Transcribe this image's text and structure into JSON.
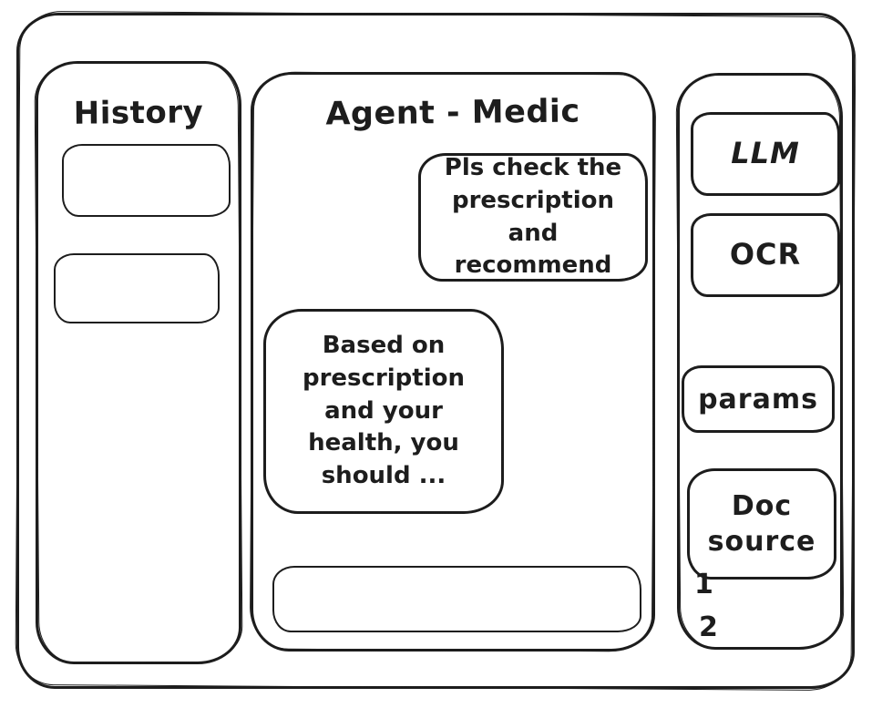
{
  "window": {
    "stroke_color": "#1d1d1d",
    "background_color": "#ffffff"
  },
  "history_panel": {
    "title": "History"
  },
  "chat_panel": {
    "title": "Agent - Medic",
    "messages": [
      {
        "role": "user",
        "text": "Pls check the prescription and recommend"
      },
      {
        "role": "assistant",
        "text": "Based on prescription and your health, you should ..."
      }
    ],
    "input": {
      "value": "",
      "placeholder": ""
    }
  },
  "tools_panel": {
    "buttons": [
      {
        "label": "LLM"
      },
      {
        "label": "OCR"
      },
      {
        "label": "params"
      },
      {
        "label": "Doc source"
      }
    ],
    "doc_sources": [
      "1",
      "2"
    ]
  }
}
